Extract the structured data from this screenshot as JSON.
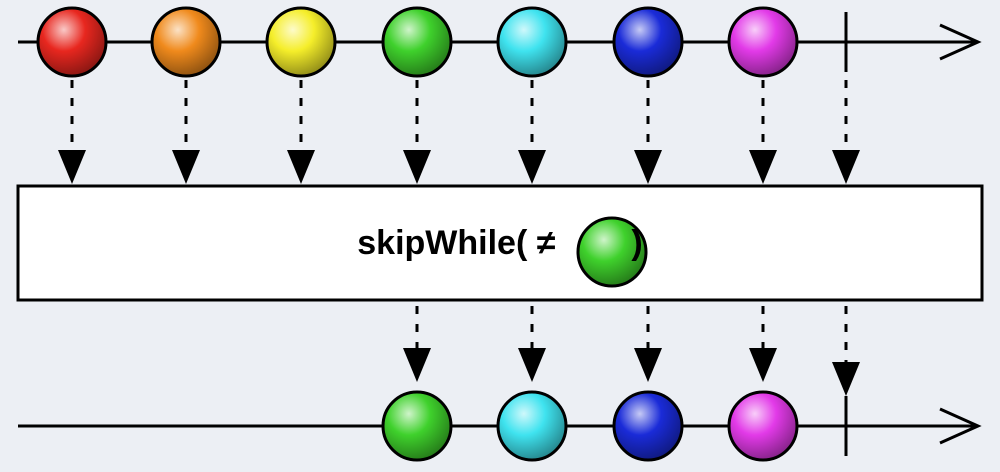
{
  "operator": {
    "name": "skipWhile(",
    "symbol": "≠",
    "close": ")",
    "predicate_color": "green"
  },
  "colors": {
    "red": "#e8271f",
    "orange": "#f08a1c",
    "yellow": "#f5ee2a",
    "green": "#3fd12c",
    "cyan": "#3fe3ef",
    "blue": "#1a2bd8",
    "magenta": "#e23ae8"
  },
  "input_marbles": [
    "red",
    "orange",
    "yellow",
    "green",
    "cyan",
    "blue",
    "magenta"
  ],
  "output_marbles": [
    "green",
    "cyan",
    "blue",
    "magenta"
  ],
  "completes": true
}
